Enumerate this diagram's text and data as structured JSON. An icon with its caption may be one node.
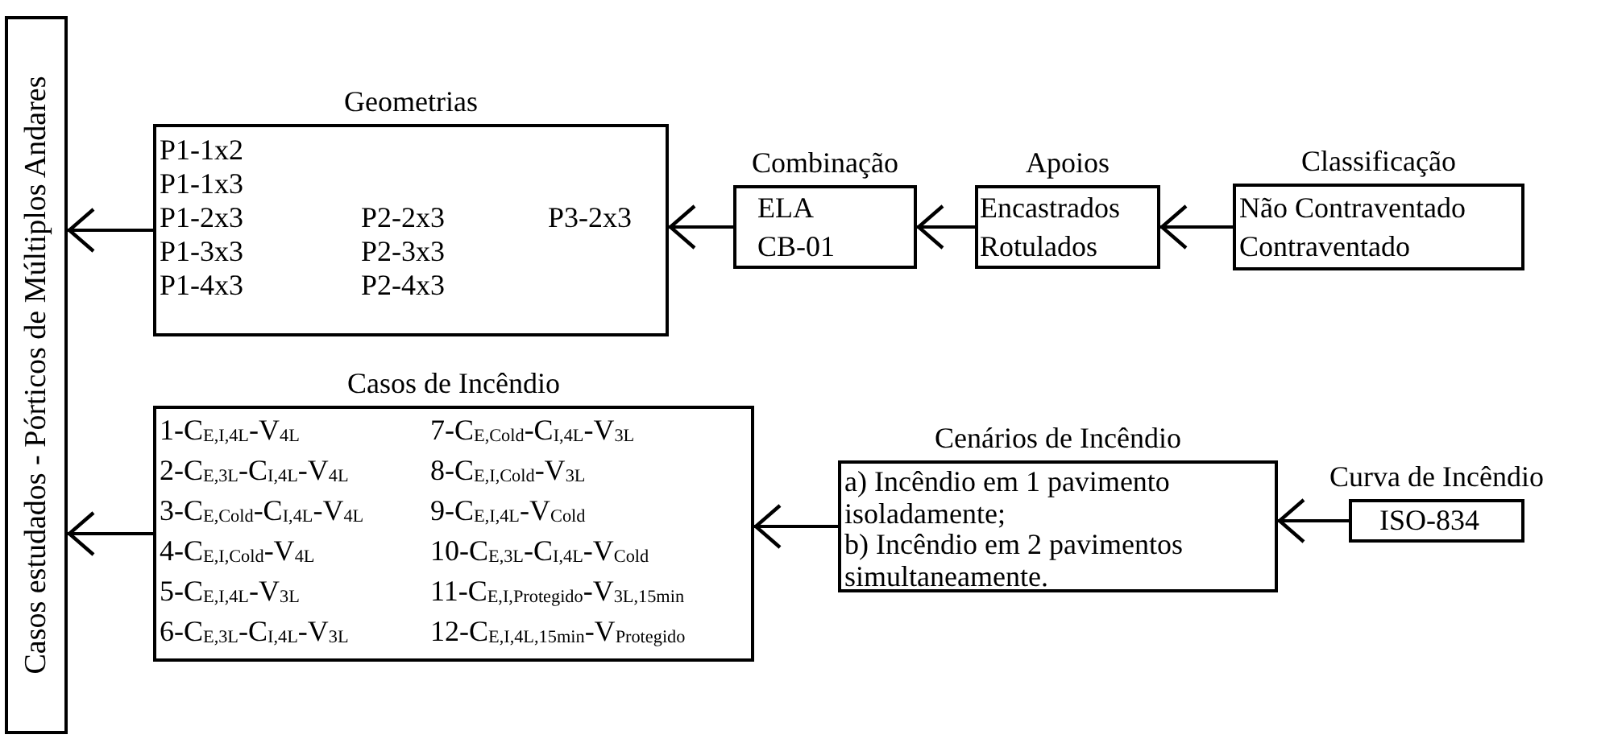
{
  "diagram": {
    "nodes": [
      {
        "text": [
          "Casos estudados - Pórticos de Múltiplos Andares"
        ]
      },
      {
        "text": [
          "Geometrias",
          "P1-1x2",
          "P1-1x3",
          "P1-2x3",
          "P1-3x3",
          "P1-4x3",
          "P2-2x3",
          "P2-3x3",
          "P2-4x3",
          "P3-2x3"
        ]
      },
      {
        "text": [
          "Combinação",
          "ELA",
          "CB-01"
        ]
      },
      {
        "text": [
          "Apoios",
          "Encastrados",
          "Rotulados"
        ]
      },
      {
        "text": [
          "Classificação",
          "Não Contraventado",
          "Contraventado"
        ]
      },
      {
        "text": [
          "Casos de Incêndio",
          "1-C$_{E,I,4L}$-V$_{4L}$",
          "2-C$_{E,3L}$-C$_{I,4L}$-V$_{4L}$",
          "3-C$_{E,Cold}$-C$_{I,4L}$-V$_{4L}$",
          "4-C$_{E,I,Cold}$-V$_{4L}$",
          "5-C$_{E,I,4L}$-V$_{3L}$",
          "6-C$_{E,3L}$-C$_{I,4L}$-V$_{3L}$",
          "7-C$_{E,Cold}$-C$_{I,4L}$-V$_{3L}$",
          "8-C$_{E,I,Cold}$-V$_{3L}$",
          "9-C$_{E,I,4L}$-V$_{Cold}$",
          "10-C$_{E,3L}$-C$_{I,4L}$-V$_{Cold}$",
          "11-C$_{E,I,Protegido}$-V$_{3L,15min}$",
          "12-C$_{E,I,4L,15min}$-V$_{Protegido}$"
        ]
      },
      {
        "text": [
          "Cenários de Incêndio",
          "a) Incêndio em 1 pavimento isoladamente;",
          "b) Incêndio em 2 pavimentos simultaneamente."
        ]
      },
      {
        "text": [
          "Curva de Incêndio",
          "ISO-834"
        ]
      }
    ],
    "edges": [
      {
        "from": 1,
        "to": 0,
        "arrow": "to"
      },
      {
        "from": 2,
        "to": 1,
        "arrow": "to"
      },
      {
        "from": 3,
        "to": 2,
        "arrow": "to"
      },
      {
        "from": 4,
        "to": 3,
        "arrow": "to"
      },
      {
        "from": 5,
        "to": 0,
        "arrow": "to"
      },
      {
        "from": 6,
        "to": 5,
        "arrow": "to"
      },
      {
        "from": 7,
        "to": 6,
        "arrow": "to"
      }
    ]
  }
}
